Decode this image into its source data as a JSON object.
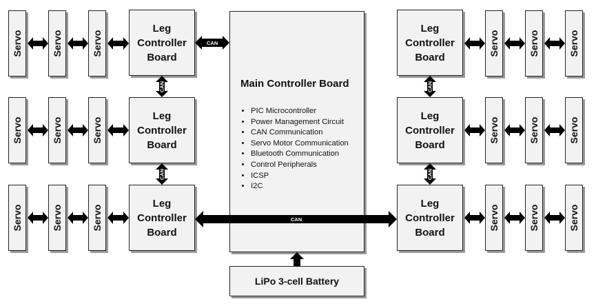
{
  "servo_label": "Servo",
  "leg_board_label": "Leg\nController\nBoard",
  "main_board": {
    "title": "Main Controller Board",
    "features": [
      "PIC Microcontroller",
      "Power Management Circuit",
      "CAN Communication",
      "Servo Motor Communication",
      "Bluetooth Communication",
      "Control Peripherals",
      "ICSP",
      "I2C"
    ]
  },
  "battery_label": "LiPo 3-cell Battery",
  "bus_label": "CAN"
}
